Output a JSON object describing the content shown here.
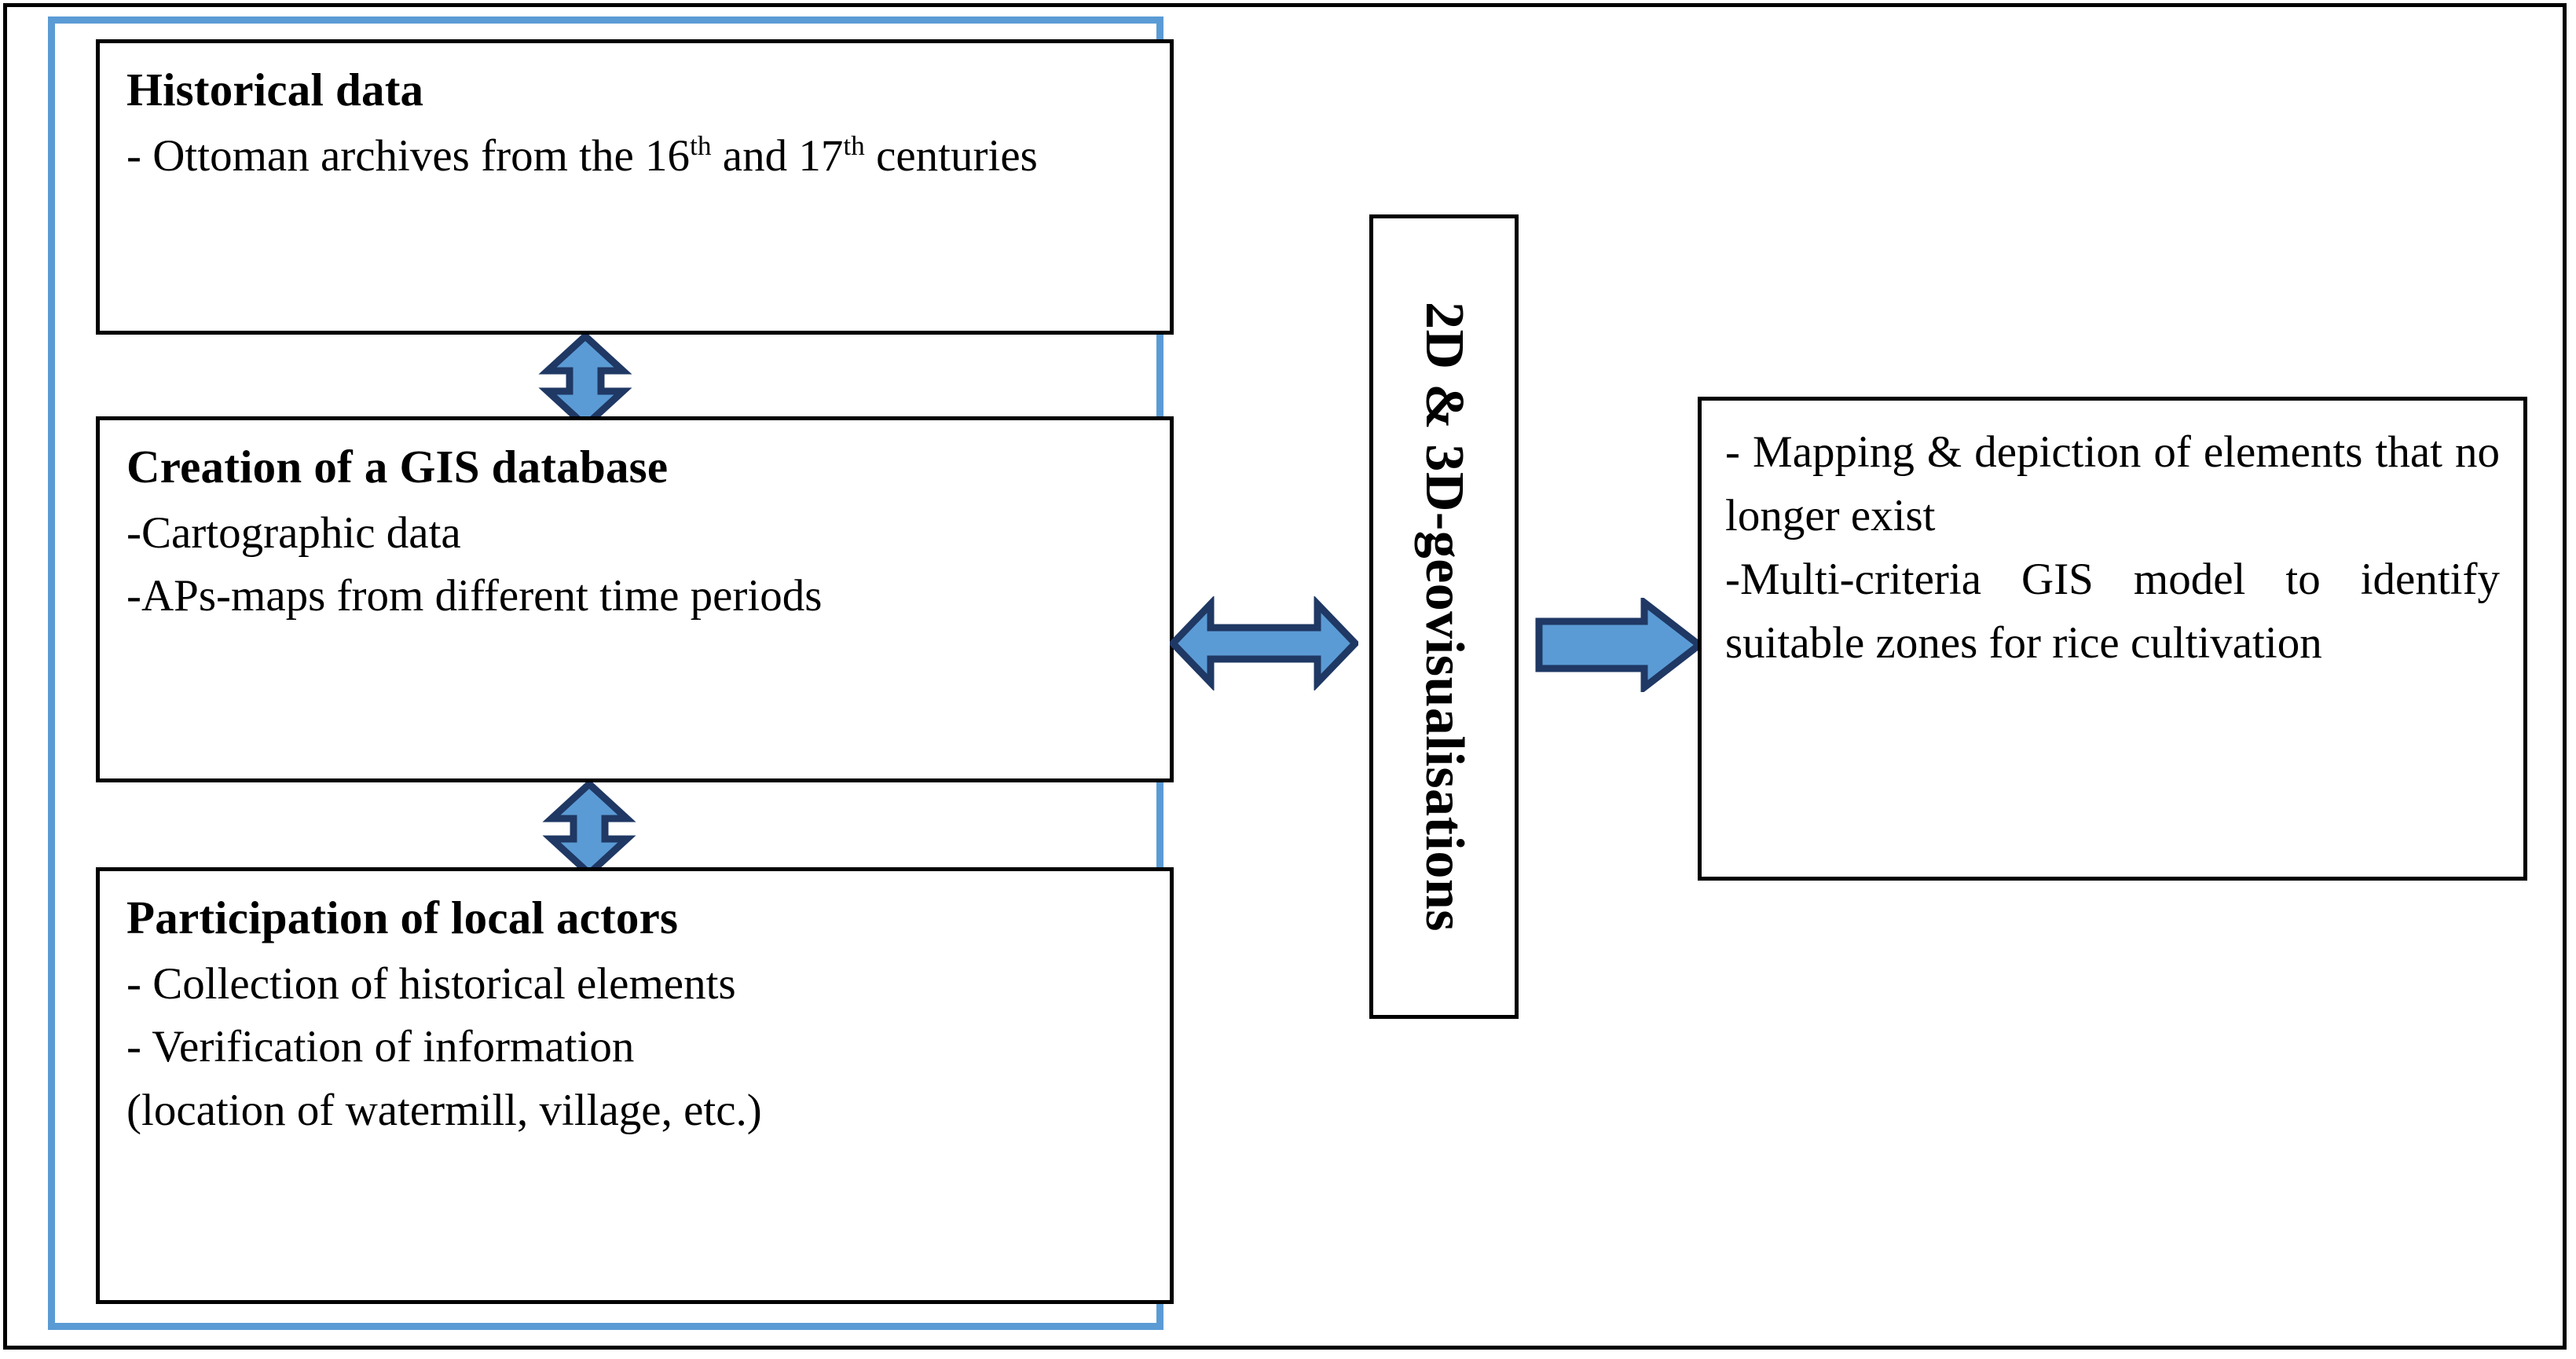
{
  "diagram": {
    "type": "flow-diagram",
    "colors": {
      "frame_border": "#000000",
      "group_border": "#5B9BD5",
      "arrow_fill": "#5B9BD5",
      "arrow_outline": "#1F3864",
      "text": "#000000",
      "background": "#FFFFFF"
    },
    "left_group": {
      "boxes": [
        {
          "id": "historical-data",
          "title": "Historical data",
          "lines": [
            "- Ottoman archives from the 16th and 17th centuries"
          ],
          "line_parts": {
            "prefix": "- Ottoman archives from the 16",
            "sup1": "th",
            "mid": " and 17",
            "sup2": "th",
            "suffix": " centuries"
          }
        },
        {
          "id": "gis-database",
          "title": "Creation of a GIS database",
          "lines": [
            "-Cartographic data",
            "-APs-maps from different time periods"
          ]
        },
        {
          "id": "local-actors",
          "title": "Participation of local actors",
          "lines": [
            "- Collection of historical elements",
            "- Verification of information",
            "(location of watermill, village, etc.)"
          ]
        }
      ]
    },
    "middle_box": {
      "id": "geovisualisations",
      "label": "2D & 3D-geovisualisations",
      "orientation": "vertical-90deg",
      "bold": true
    },
    "right_box": {
      "id": "results",
      "lines": [
        "- Mapping & depiction of elements that no longer exist",
        "-Multi-criteria GIS model to identify suitable zones for rice cultivation"
      ]
    },
    "arrows": [
      {
        "id": "arrow-historical-gis",
        "direction": "vertical-double",
        "between": [
          "historical-data",
          "gis-database"
        ]
      },
      {
        "id": "arrow-gis-actors",
        "direction": "vertical-double",
        "between": [
          "gis-database",
          "local-actors"
        ]
      },
      {
        "id": "arrow-group-geovis",
        "direction": "horizontal-double",
        "between": [
          "left-group",
          "geovisualisations"
        ]
      },
      {
        "id": "arrow-geovis-results",
        "direction": "horizontal-right",
        "between": [
          "geovisualisations",
          "results"
        ]
      }
    ]
  }
}
